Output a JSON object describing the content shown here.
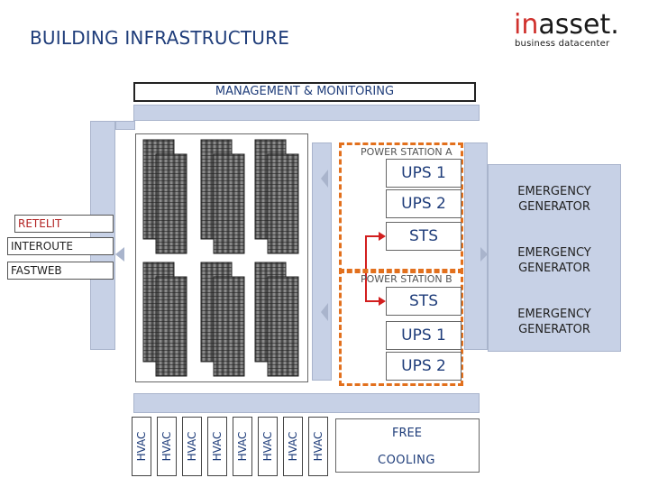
{
  "title": "BUILDING INFRASTRUCTURE",
  "logo": {
    "in": "in",
    "asset": "asset",
    "dot": ".",
    "tagline": "business datacenter"
  },
  "management": "MANAGEMENT & MONITORING",
  "carriers": [
    "RETELIT",
    "INTEROUTE",
    "FASTWEB"
  ],
  "power_station_a": {
    "label": "POWER STATION A",
    "units": [
      "UPS 1",
      "UPS 2",
      "STS"
    ]
  },
  "power_station_b": {
    "label": "POWER STATION B",
    "units": [
      "STS",
      "UPS 1",
      "UPS 2"
    ]
  },
  "generators": [
    "EMERGENCY GENERATOR",
    "EMERGENCY GENERATOR",
    "EMERGENCY GENERATOR"
  ],
  "hvac": [
    "HVAC",
    "HVAC",
    "HVAC",
    "HVAC",
    "HVAC",
    "HVAC",
    "HVAC",
    "HVAC"
  ],
  "free_cooling": {
    "line1": "FREE",
    "line2": "COOLING"
  },
  "colors": {
    "title": "#1f3d7a",
    "logo_red": "#d0312d",
    "bar_fill": "#c7d1e6",
    "power_station_border": "#e2701d",
    "sts_link": "#d21f1f"
  },
  "icons": [
    "server-rack-icon",
    "arrow-connector-icon"
  ]
}
